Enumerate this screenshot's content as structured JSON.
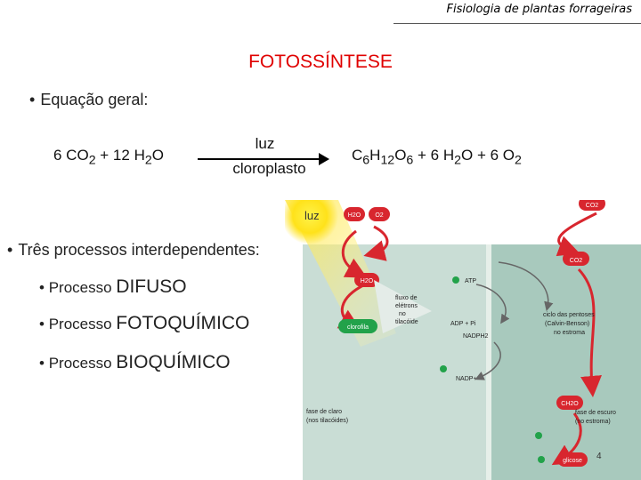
{
  "header": {
    "course": "Fisiologia de plantas forrageiras"
  },
  "title": "FOTOSSÍNTESE",
  "bullet_general": "Equação geral:",
  "equation": {
    "reactants": {
      "a": "6 CO",
      "a_sub": "2",
      "b": " + 12 H",
      "b_sub": "2",
      "c": "O"
    },
    "above_arrow": "luz",
    "below_arrow": "cloroplasto",
    "products": {
      "a": "C",
      "a_sub1": "6",
      "b": "H",
      "b_sub": "12",
      "c": "O",
      "c_sub": "6",
      "d": " + 6 H",
      "d_sub": "2",
      "e": "O + 6 O",
      "e_sub": "2"
    }
  },
  "bullet_processes": "Três processos interdependentes:",
  "processes": [
    {
      "prefix": "Processo ",
      "name": "DIFUSO"
    },
    {
      "prefix": "Processo ",
      "name": "FOTOQUÍMICO"
    },
    {
      "prefix": "Processo ",
      "name": "BIOQUÍMICO"
    }
  ],
  "diagram": {
    "luz": "luz",
    "h2o_top": "H2O",
    "o2_top": "O2",
    "co2_top": "CO2",
    "co2_mid": "CO2",
    "h2o_mid": "H2O",
    "clorofila": "clorofila",
    "fluxo": [
      "fluxo de",
      "elétrons",
      "no",
      "tilacóide"
    ],
    "atp": "ATP",
    "adp": "ADP + Pi",
    "nadph": "NADPH2",
    "nadp": "NADP+",
    "ciclo": [
      "ciclo das pentoses",
      "(Calvin-Benson)",
      "no estroma"
    ],
    "fase_claro": [
      "fase de claro",
      "(nos tilacóides)"
    ],
    "fase_escuro": [
      "fase de escuro",
      "(no estroma)"
    ],
    "ch2o": "CH2O",
    "glicose": "glicose"
  },
  "page_number": "4",
  "colors": {
    "title": "#e00000",
    "arrow_red": "#d8262e",
    "green": "#22a24a",
    "panel_left": "#c9ddd5",
    "panel_right": "#a8c9bd"
  }
}
